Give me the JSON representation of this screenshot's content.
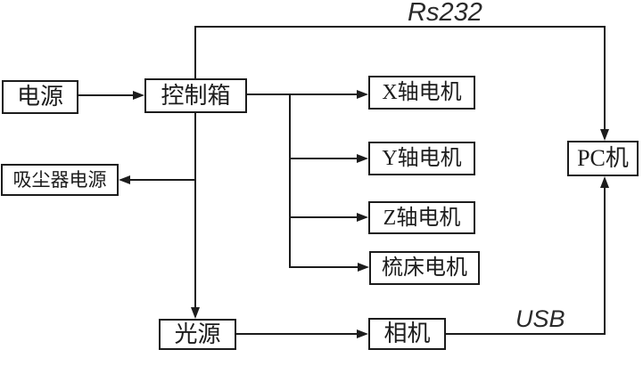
{
  "diagram": {
    "type": "block-diagram",
    "colors": {
      "ink": "#1c1c1c",
      "background": "#ffffff"
    },
    "nodes": {
      "power": "电源",
      "control_box": "控制箱",
      "vacuum_power": "吸尘器电源",
      "x_motor": "X轴电机",
      "y_motor": "Y轴电机",
      "z_motor": "Z轴电机",
      "comb_motor": "梳床电机",
      "pc": "PC机",
      "light_source": "光源",
      "camera": "相机"
    },
    "labels": {
      "rs232": "Rs232",
      "usb": "USB"
    },
    "edges": [
      {
        "from": "power",
        "to": "control_box",
        "arrow": "to"
      },
      {
        "from": "control_box",
        "to": "vacuum_power",
        "arrow": "to"
      },
      {
        "from": "control_box",
        "to": "x_motor",
        "arrow": "to"
      },
      {
        "from": "control_box",
        "to": "y_motor",
        "arrow": "to"
      },
      {
        "from": "control_box",
        "to": "z_motor",
        "arrow": "to"
      },
      {
        "from": "control_box",
        "to": "comb_motor",
        "arrow": "to"
      },
      {
        "from": "control_box",
        "to": "pc",
        "arrow": "to",
        "label": "Rs232"
      },
      {
        "from": "control_box",
        "to": "light_source",
        "arrow": "to"
      },
      {
        "from": "light_source",
        "to": "camera",
        "arrow": "to"
      },
      {
        "from": "camera",
        "to": "pc",
        "arrow": "to",
        "label": "USB"
      }
    ]
  }
}
